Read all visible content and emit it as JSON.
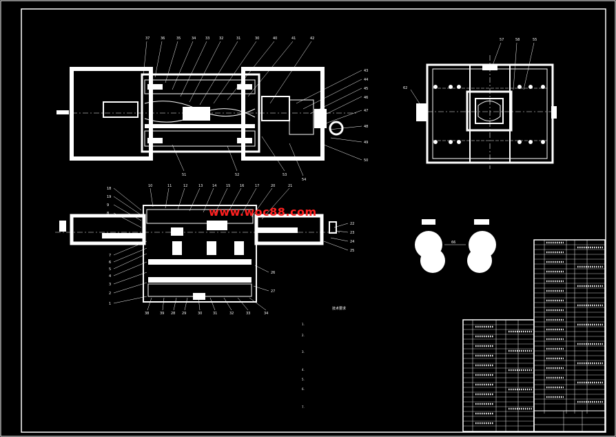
{
  "watermark": "www.woc88.com",
  "notes": {
    "title": "技术要求",
    "items": [
      "1.",
      "2.",
      "",
      "3.",
      "",
      "4.",
      "5.",
      "6.",
      "",
      "7."
    ]
  },
  "colors": {
    "background": "#000000",
    "lines": "#ffffff",
    "watermark": "#ff2020"
  }
}
